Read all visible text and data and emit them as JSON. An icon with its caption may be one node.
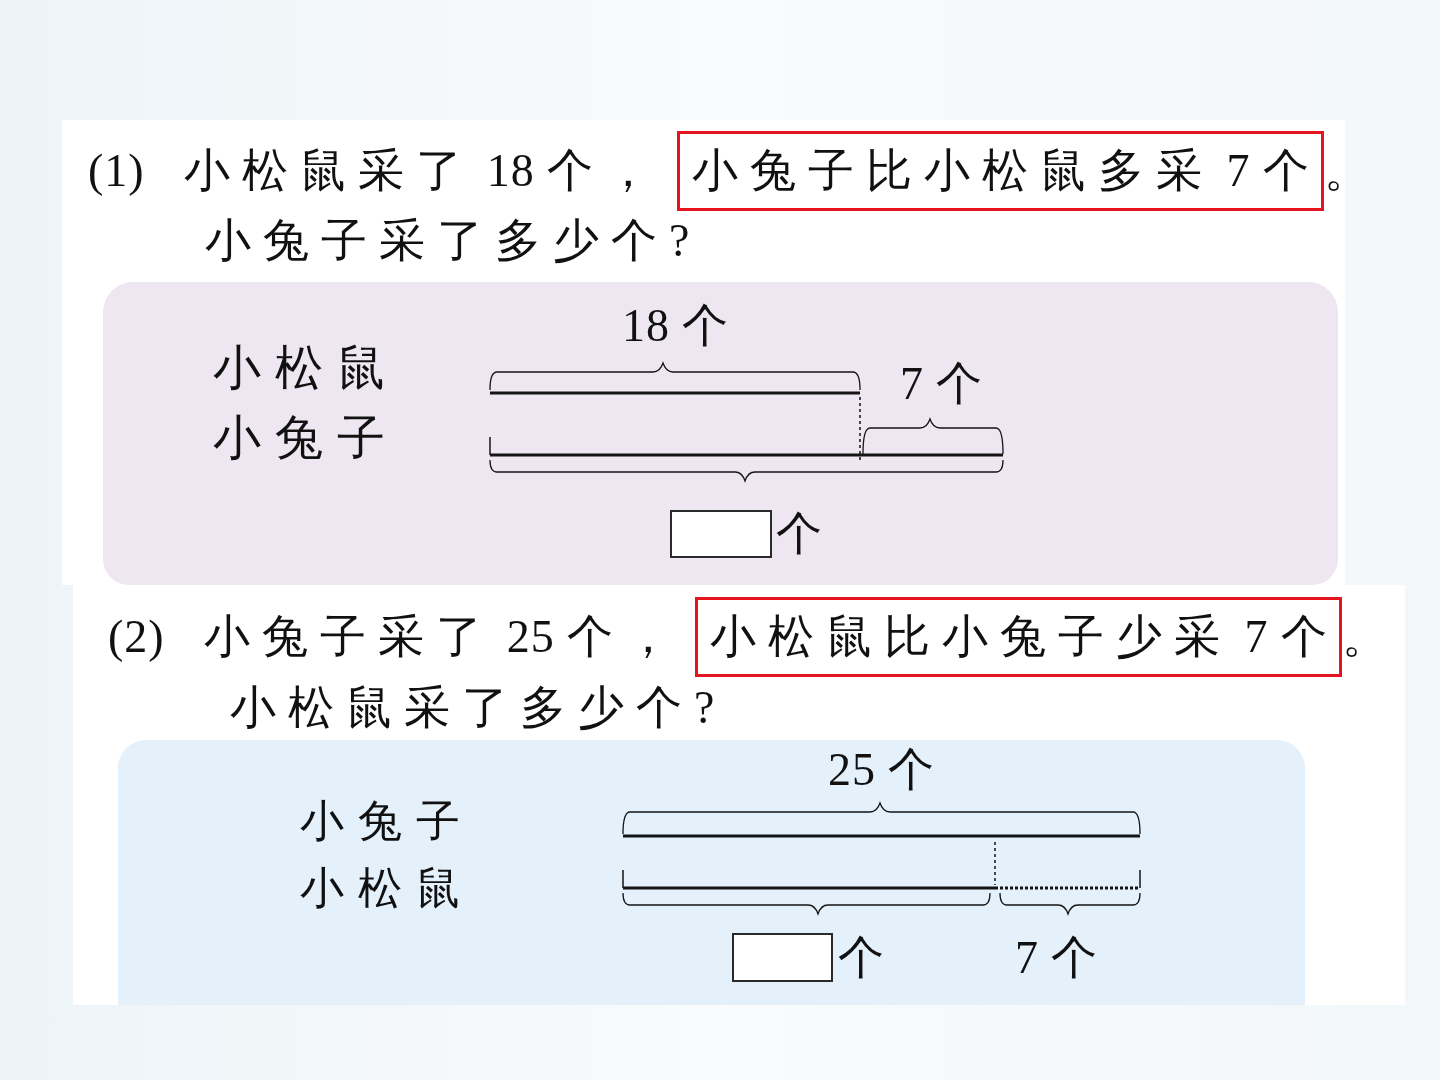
{
  "diagram": {
    "nodes": [
      {
        "text": [
          "小兔子比小松鼠多采 7 个"
        ]
      },
      {
        "text": [
          "18 个",
          "小松鼠",
          "7 个",
          "小兔子",
          "个"
        ]
      },
      {
        "text": [],
        "shape": "box",
        "in": 1
      },
      {
        "text": [
          "小松鼠比小兔子少采 7 个"
        ]
      },
      {
        "text": [
          "25 个",
          "小兔子",
          "小松鼠",
          "个",
          "7 个"
        ]
      },
      {
        "text": [],
        "shape": "box",
        "in": 4
      }
    ],
    "labels": [
      "(1)",
      "小松鼠采了 18 个，",
      "。",
      "小兔子采了多少个?",
      "(2)",
      "小兔子采了 25 个，",
      "。",
      "小松鼠采了多少个?"
    ]
  }
}
